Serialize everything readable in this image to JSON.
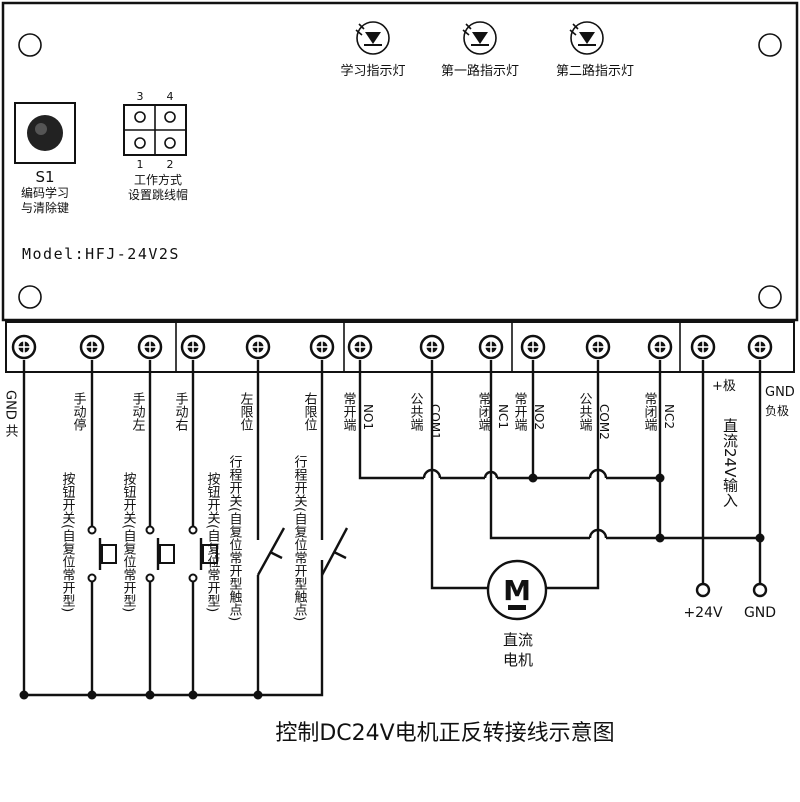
{
  "board": {
    "model": "Model:HFJ-24V2S",
    "s1_label": "S1",
    "s1_desc_1": "编码学习",
    "s1_desc_2": "与清除键",
    "jumper_pins": [
      "3",
      "4",
      "1",
      "2"
    ],
    "jumper_desc_1": "工作方式",
    "jumper_desc_2": "设置跳线帽",
    "leds": [
      "学习指示灯",
      "第一路指示灯",
      "第二路指示灯"
    ]
  },
  "terminals": [
    {
      "label": "GND 共"
    },
    {
      "label": "手动停"
    },
    {
      "label": "手动左"
    },
    {
      "label": "手动右"
    },
    {
      "label": "左限位"
    },
    {
      "label": "右限位"
    },
    {
      "label": "常开端",
      "sub": "NO1"
    },
    {
      "label": "公共端",
      "sub": "COM1"
    },
    {
      "label": "常闭端",
      "sub": "NC1"
    },
    {
      "label": "常开端",
      "sub": "NO2"
    },
    {
      "label": "公共端",
      "sub": "COM2"
    },
    {
      "label": "常闭端",
      "sub": "NC2"
    },
    {
      "label": "+极"
    },
    {
      "label": "GND",
      "sub": "负极"
    }
  ],
  "labels": {
    "switch_stop": "按钮开关(自复位常开型)",
    "switch_left": "按钮开关(自复位常开型)",
    "switch_right": "按钮开关(自复位常开型)",
    "limit_left_1": "行程开关(自复位常开型触点)",
    "limit_right_1": "行程开关(自复位常开型触点)",
    "dc_input": "直流24V输入",
    "motor_symbol": "M",
    "motor_label_1": "直流",
    "motor_label_2": "电机",
    "plus24": "+24V",
    "gnd": "GND"
  },
  "title": "控制DC24V电机正反转接线示意图"
}
